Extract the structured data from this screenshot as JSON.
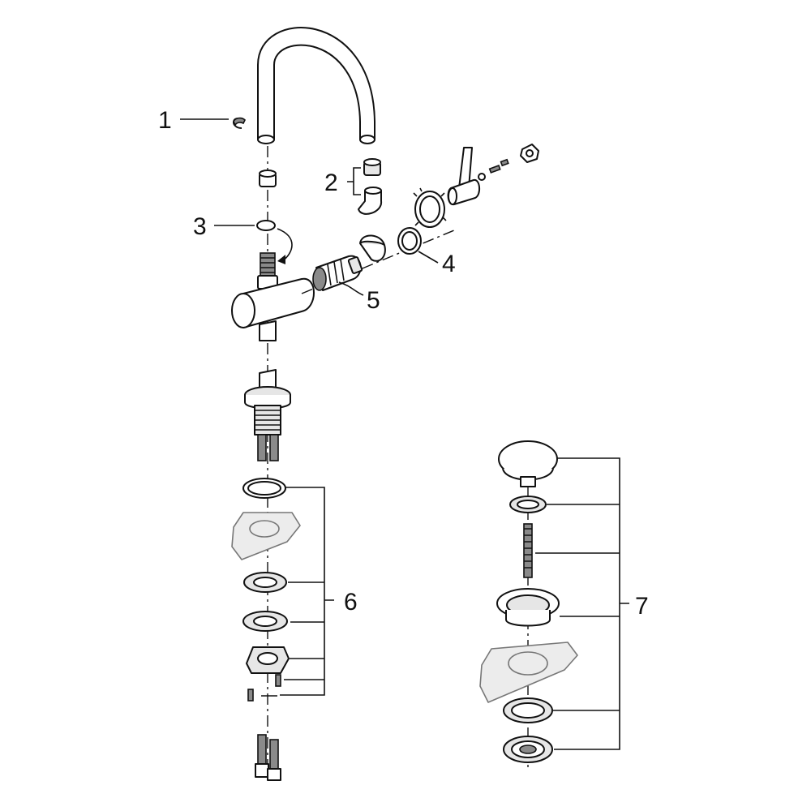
{
  "diagram": {
    "callouts": [
      {
        "id": "1",
        "text": "1"
      },
      {
        "id": "2",
        "text": "2"
      },
      {
        "id": "3",
        "text": "3"
      },
      {
        "id": "4",
        "text": "4"
      },
      {
        "id": "5",
        "text": "5"
      },
      {
        "id": "6",
        "text": "6"
      },
      {
        "id": "7",
        "text": "7"
      }
    ],
    "parts": [
      "spout",
      "spout-clip",
      "aerator",
      "o-ring",
      "cartridge",
      "valve-body",
      "lever-handle",
      "threaded-shank",
      "mounting-kit",
      "pop-up-waste"
    ]
  }
}
